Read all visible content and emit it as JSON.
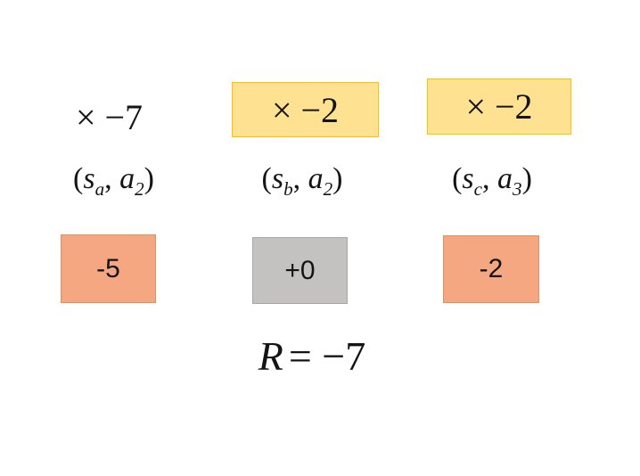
{
  "columns": [
    {
      "multiplier": "× −7",
      "multiplier_boxed": false,
      "pair": {
        "open": "(",
        "s": "s",
        "s_sub": "a",
        "comma": ", ",
        "a": "a",
        "a_sub": "2",
        "close": ")"
      },
      "reward": "-5",
      "reward_color": "salmon"
    },
    {
      "multiplier": "× −2",
      "multiplier_boxed": true,
      "pair": {
        "open": "(",
        "s": "s",
        "s_sub": "b",
        "comma": ", ",
        "a": "a",
        "a_sub": "2",
        "close": ")"
      },
      "reward": "+0",
      "reward_color": "gray"
    },
    {
      "multiplier": "× −2",
      "multiplier_boxed": true,
      "pair": {
        "open": "(",
        "s": "s",
        "s_sub": "c",
        "comma": ", ",
        "a": "a",
        "a_sub": "3",
        "close": ")"
      },
      "reward": "-2",
      "reward_color": "salmon"
    }
  ],
  "result": {
    "variable": "R",
    "equals": "= −7"
  },
  "colors": {
    "multiplier_box_fill": "#FFE291",
    "multiplier_box_border": "#FFC000",
    "reward_salmon_fill": "#F4A780",
    "reward_salmon_border": "#DE9260",
    "reward_gray_fill": "#C3C2C1",
    "reward_gray_border": "#A8A7A6"
  }
}
